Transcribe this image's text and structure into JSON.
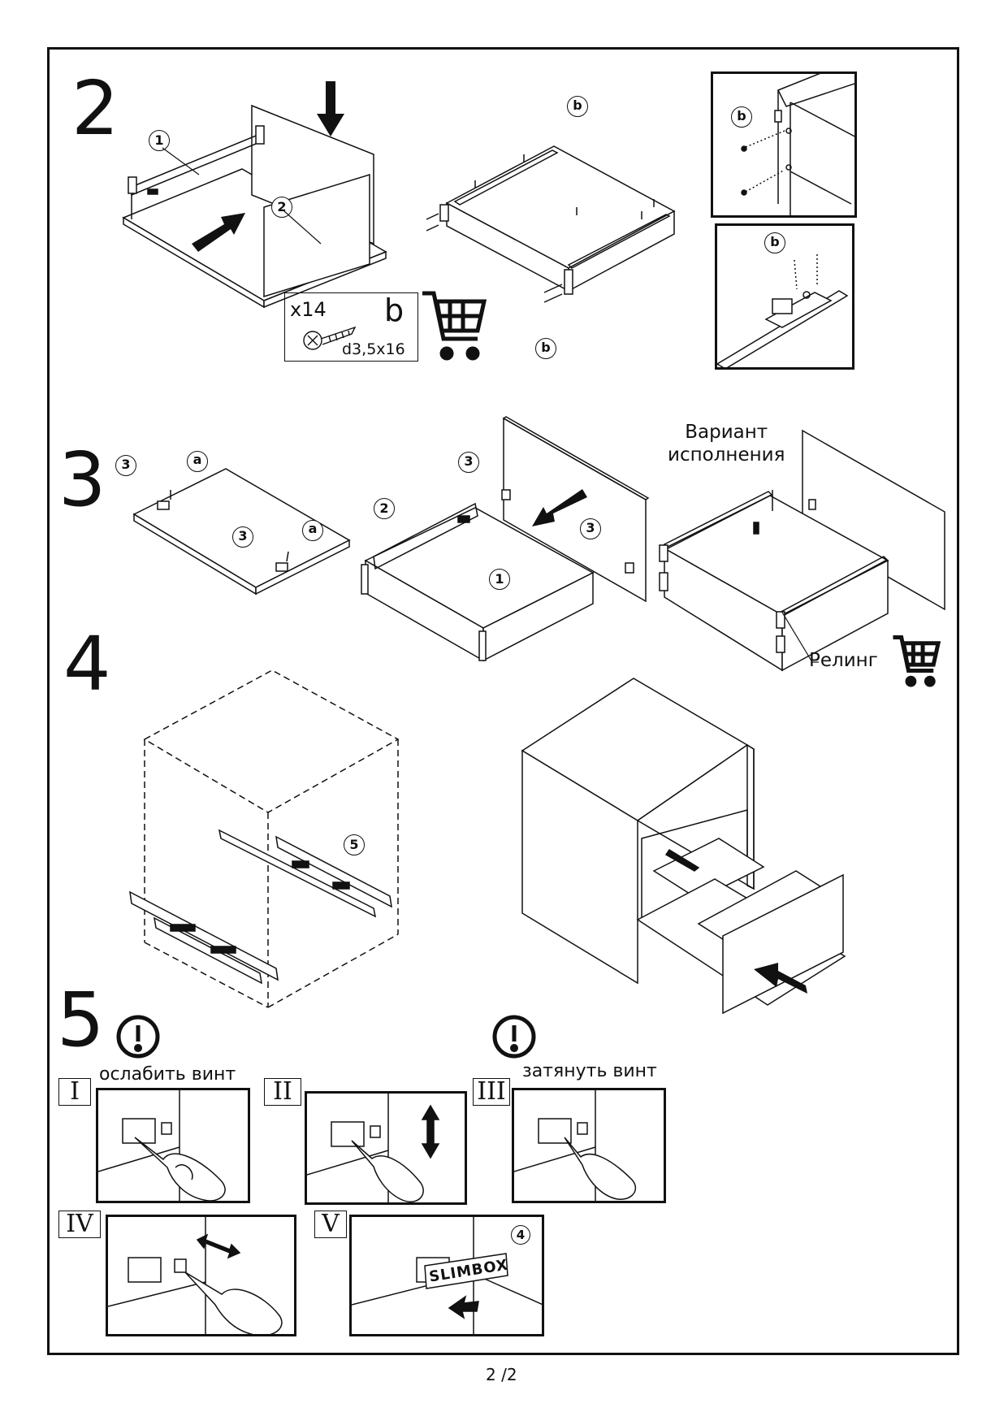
{
  "steps": {
    "s2": "2",
    "s3": "3",
    "s4": "4",
    "s5": "5"
  },
  "fastener": {
    "quantity": "x14",
    "letter": "b",
    "size": "d3,5x16"
  },
  "markers": {
    "one": "1",
    "two": "2",
    "three": "3",
    "four": "4",
    "five": "5",
    "a": "a",
    "b": "b"
  },
  "step3": {
    "variant": "Вариант\nисполнения",
    "railing": "Релинг"
  },
  "step5": {
    "loosen": "ослабить винт",
    "tighten": "затянуть винт",
    "romans": [
      "I",
      "II",
      "III",
      "IV",
      "V"
    ],
    "brand": "SLIMBOX"
  },
  "page": {
    "number": "2 /2"
  },
  "icons": [
    "shopping-cart-icon",
    "arrow-icon",
    "warning-icon",
    "screw-icon",
    "screwdriver-icon"
  ]
}
